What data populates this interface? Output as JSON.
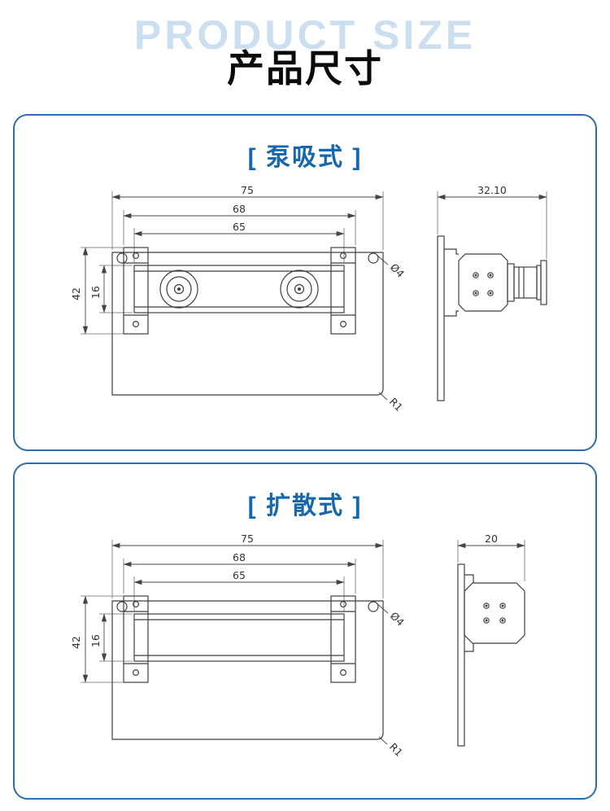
{
  "header": {
    "watermark": "PRODUCT SIZE",
    "title": "产品尺寸"
  },
  "colors": {
    "accent_blue": "#1767ae",
    "panel_border_blue": "#2e6da4",
    "watermark_light_blue": "#cbdff1",
    "drawing_line": "#3f3f3f",
    "title_black": "#0a0a0a"
  },
  "panels": [
    {
      "title": "[ 泵吸式 ]",
      "front": {
        "width_outer": "75",
        "width_mid": "68",
        "width_inner": "65",
        "height_outer": "42",
        "height_inner": "16",
        "hole": "Ø4",
        "fillet": "R1"
      },
      "side": {
        "depth": "32.10"
      }
    },
    {
      "title": "[ 扩散式 ]",
      "front": {
        "width_outer": "75",
        "width_mid": "68",
        "width_inner": "65",
        "height_outer": "42",
        "height_inner": "16",
        "hole": "Ø4",
        "fillet": "R1"
      },
      "side": {
        "depth": "20"
      }
    }
  ]
}
